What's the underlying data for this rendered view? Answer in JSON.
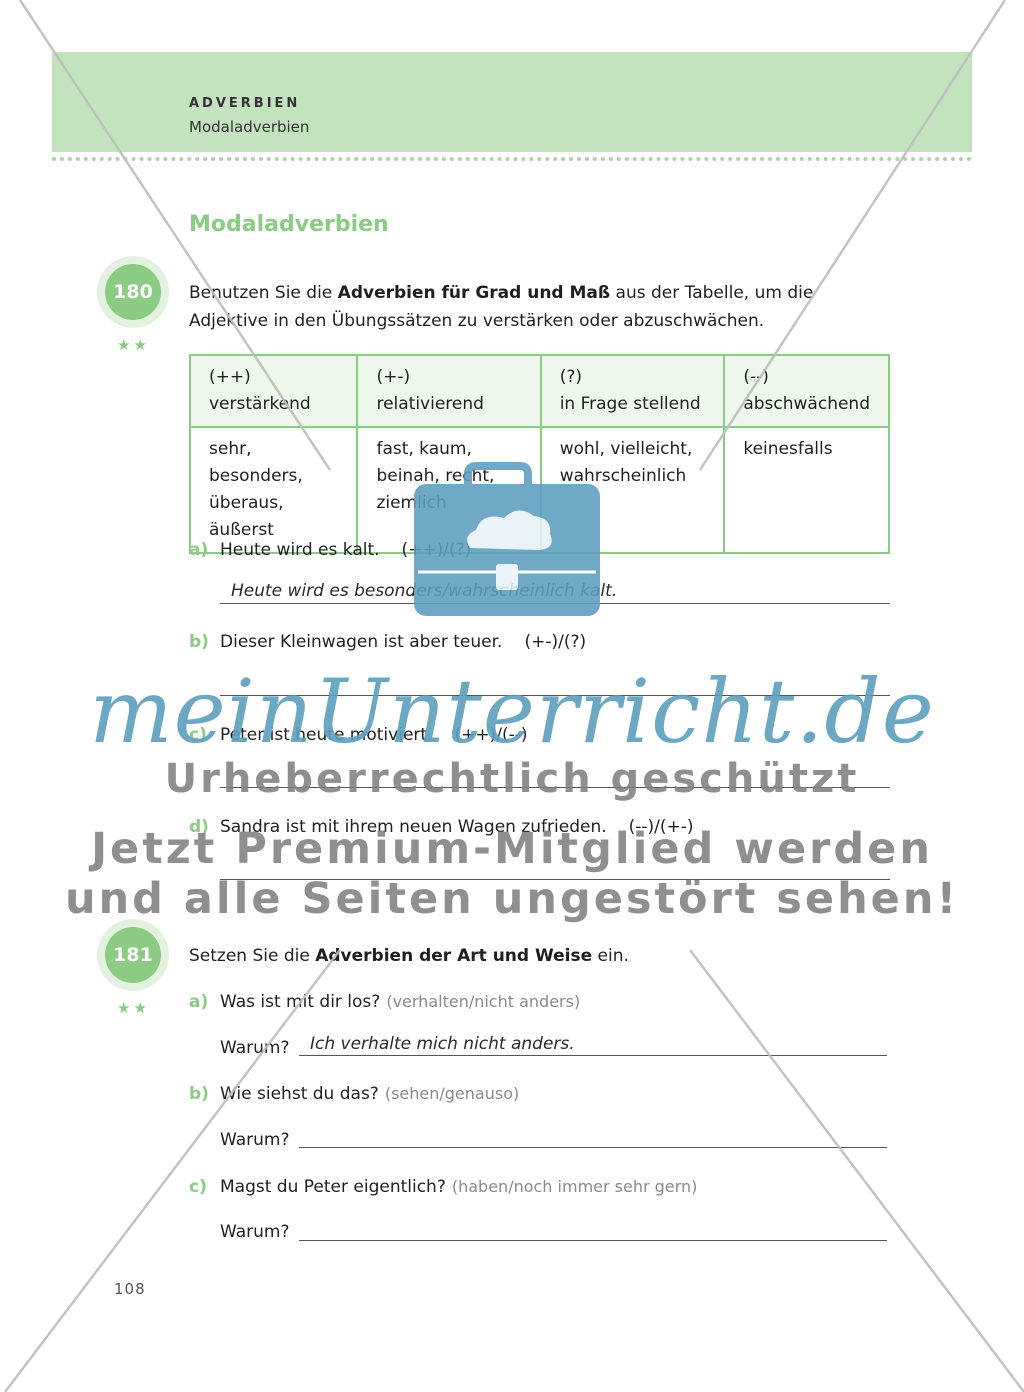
{
  "header": {
    "chapter": "ADVERBIEN",
    "subchapter": "Modaladverbien"
  },
  "section_title": "Modaladverbien",
  "task180": {
    "number": "180",
    "stars": "★★",
    "instruction_pre": "Benutzen Sie die ",
    "instruction_bold": "Adverbien für Grad und Maß",
    "instruction_post": " aus der Tabelle, um die Adjektive in den Übungssätzen zu verstärken oder abzuschwächen.",
    "table": {
      "headers": [
        {
          "symbol": "(++)",
          "label": "verstärkend"
        },
        {
          "symbol": "(+-)",
          "label": "relativierend"
        },
        {
          "symbol": "(?)",
          "label": "in Frage stellend"
        },
        {
          "symbol": "(--)",
          "label": "abschwächend"
        }
      ],
      "cells": [
        [
          "sehr, besonders,",
          "überaus,",
          "äußerst"
        ],
        [
          "fast, kaum,",
          "beinah, recht,",
          "ziemlich"
        ],
        [
          "wohl, vielleicht,",
          "wahrscheinlich"
        ],
        [
          "keinesfalls"
        ]
      ]
    },
    "items": [
      {
        "letter": "a)",
        "sentence": "Heute wird es kalt.",
        "codes": "(++)/(?)",
        "answer": "Heute wird es besonders/wahrscheinlich kalt."
      },
      {
        "letter": "b)",
        "sentence": "Dieser Kleinwagen ist aber teuer.",
        "codes": "(+-)/(?)",
        "answer": ""
      },
      {
        "letter": "c)",
        "sentence": "Peter ist heute motiviert.",
        "codes": "(++)/(--)",
        "answer": ""
      },
      {
        "letter": "d)",
        "sentence": "Sandra ist mit ihrem neuen Wagen zufrieden.",
        "codes": "(--)/(+-)",
        "answer": ""
      }
    ]
  },
  "task181": {
    "number": "181",
    "stars": "★★",
    "instruction_pre": "Setzen Sie die ",
    "instruction_bold": "Adverbien der Art und Weise",
    "instruction_post": " ein.",
    "why_label": "Warum?",
    "items": [
      {
        "letter": "a)",
        "question": "Was ist mit dir los?",
        "hint": "(verhalten/nicht anders)",
        "answer": "Ich verhalte mich nicht anders."
      },
      {
        "letter": "b)",
        "question": "Wie siehst du das?",
        "hint": "(sehen/genauso)",
        "answer": ""
      },
      {
        "letter": "c)",
        "question": "Magst du Peter eigentlich?",
        "hint": "(haben/noch immer sehr gern)",
        "answer": ""
      }
    ]
  },
  "page_number": "108",
  "watermark": {
    "logo": "meinUnterricht.de",
    "line1": "Urheberrechtlich geschützt",
    "line2": "Jetzt Premium-Mitglied werden",
    "line3": "und alle Seiten ungestört sehen!",
    "logo_color": "#5c9ebe"
  },
  "colors": {
    "accent_green": "#8ccb84",
    "header_green": "#c2e3bd"
  }
}
